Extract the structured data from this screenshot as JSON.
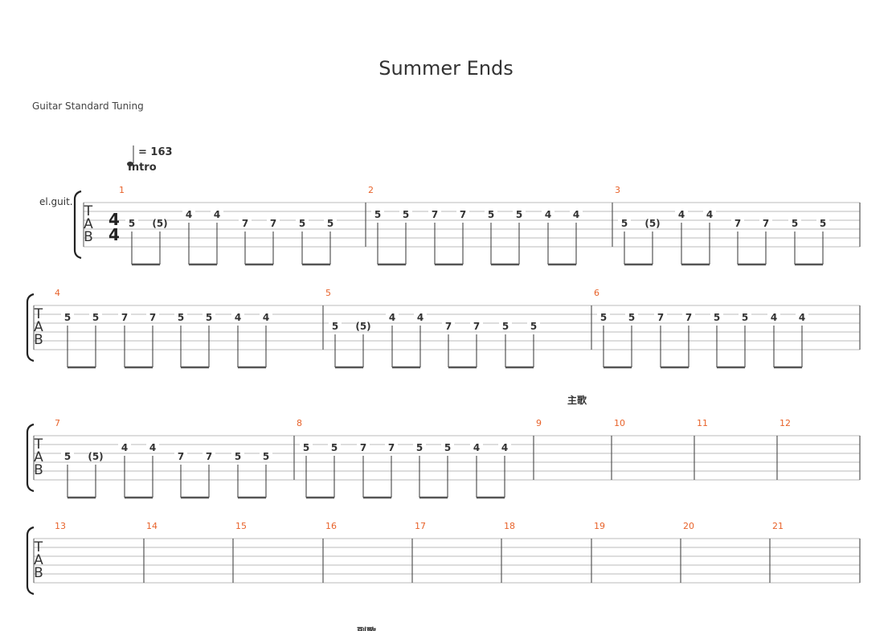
{
  "title": "Summer Ends",
  "tuning": "Guitar Standard Tuning",
  "tempo": "= 163",
  "section_intro": "Intro",
  "section_verse": "主歌",
  "section_chorus": "副歌",
  "instrument": "el.guit.",
  "time_signature": {
    "numerator": "4",
    "denominator": "4"
  },
  "tab_letters": [
    "T",
    "A",
    "B"
  ],
  "riff_a": [
    {
      "fret": "5",
      "string": 3
    },
    {
      "fret": "(5)",
      "string": 3
    },
    {
      "fret": "4",
      "string": 2
    },
    {
      "fret": "4",
      "string": 2
    },
    {
      "fret": "7",
      "string": 3
    },
    {
      "fret": "7",
      "string": 3
    },
    {
      "fret": "5",
      "string": 3
    },
    {
      "fret": "5",
      "string": 3
    }
  ],
  "riff_b": [
    {
      "fret": "5",
      "string": 2
    },
    {
      "fret": "5",
      "string": 2
    },
    {
      "fret": "7",
      "string": 2
    },
    {
      "fret": "7",
      "string": 2
    },
    {
      "fret": "5",
      "string": 2
    },
    {
      "fret": "5",
      "string": 2
    },
    {
      "fret": "4",
      "string": 2
    },
    {
      "fret": "4",
      "string": 2
    }
  ],
  "systems": [
    {
      "measures": [
        {
          "number": "1",
          "riff": "riff_a"
        },
        {
          "number": "2",
          "riff": "riff_b"
        },
        {
          "number": "3",
          "riff": "riff_a"
        }
      ]
    },
    {
      "measures": [
        {
          "number": "4",
          "riff": "riff_b"
        },
        {
          "number": "5",
          "riff": "riff_a"
        },
        {
          "number": "6",
          "riff": "riff_b"
        }
      ]
    },
    {
      "measures": [
        {
          "number": "7",
          "riff": "riff_a"
        },
        {
          "number": "8",
          "riff": "riff_b"
        },
        {
          "number": "9",
          "riff": null
        },
        {
          "number": "10",
          "riff": null
        },
        {
          "number": "11",
          "riff": null
        },
        {
          "number": "12",
          "riff": null
        }
      ]
    },
    {
      "measures": [
        {
          "number": "13",
          "riff": null
        },
        {
          "number": "14",
          "riff": null
        },
        {
          "number": "15",
          "riff": null
        },
        {
          "number": "16",
          "riff": null
        },
        {
          "number": "17",
          "riff": null
        },
        {
          "number": "18",
          "riff": null
        },
        {
          "number": "19",
          "riff": null
        },
        {
          "number": "20",
          "riff": null
        },
        {
          "number": "21",
          "riff": null
        }
      ]
    }
  ],
  "colors": {
    "measure_number": "#e8632b",
    "staff_line": "#bbbbbb",
    "barline": "#555555",
    "text": "#333333"
  }
}
